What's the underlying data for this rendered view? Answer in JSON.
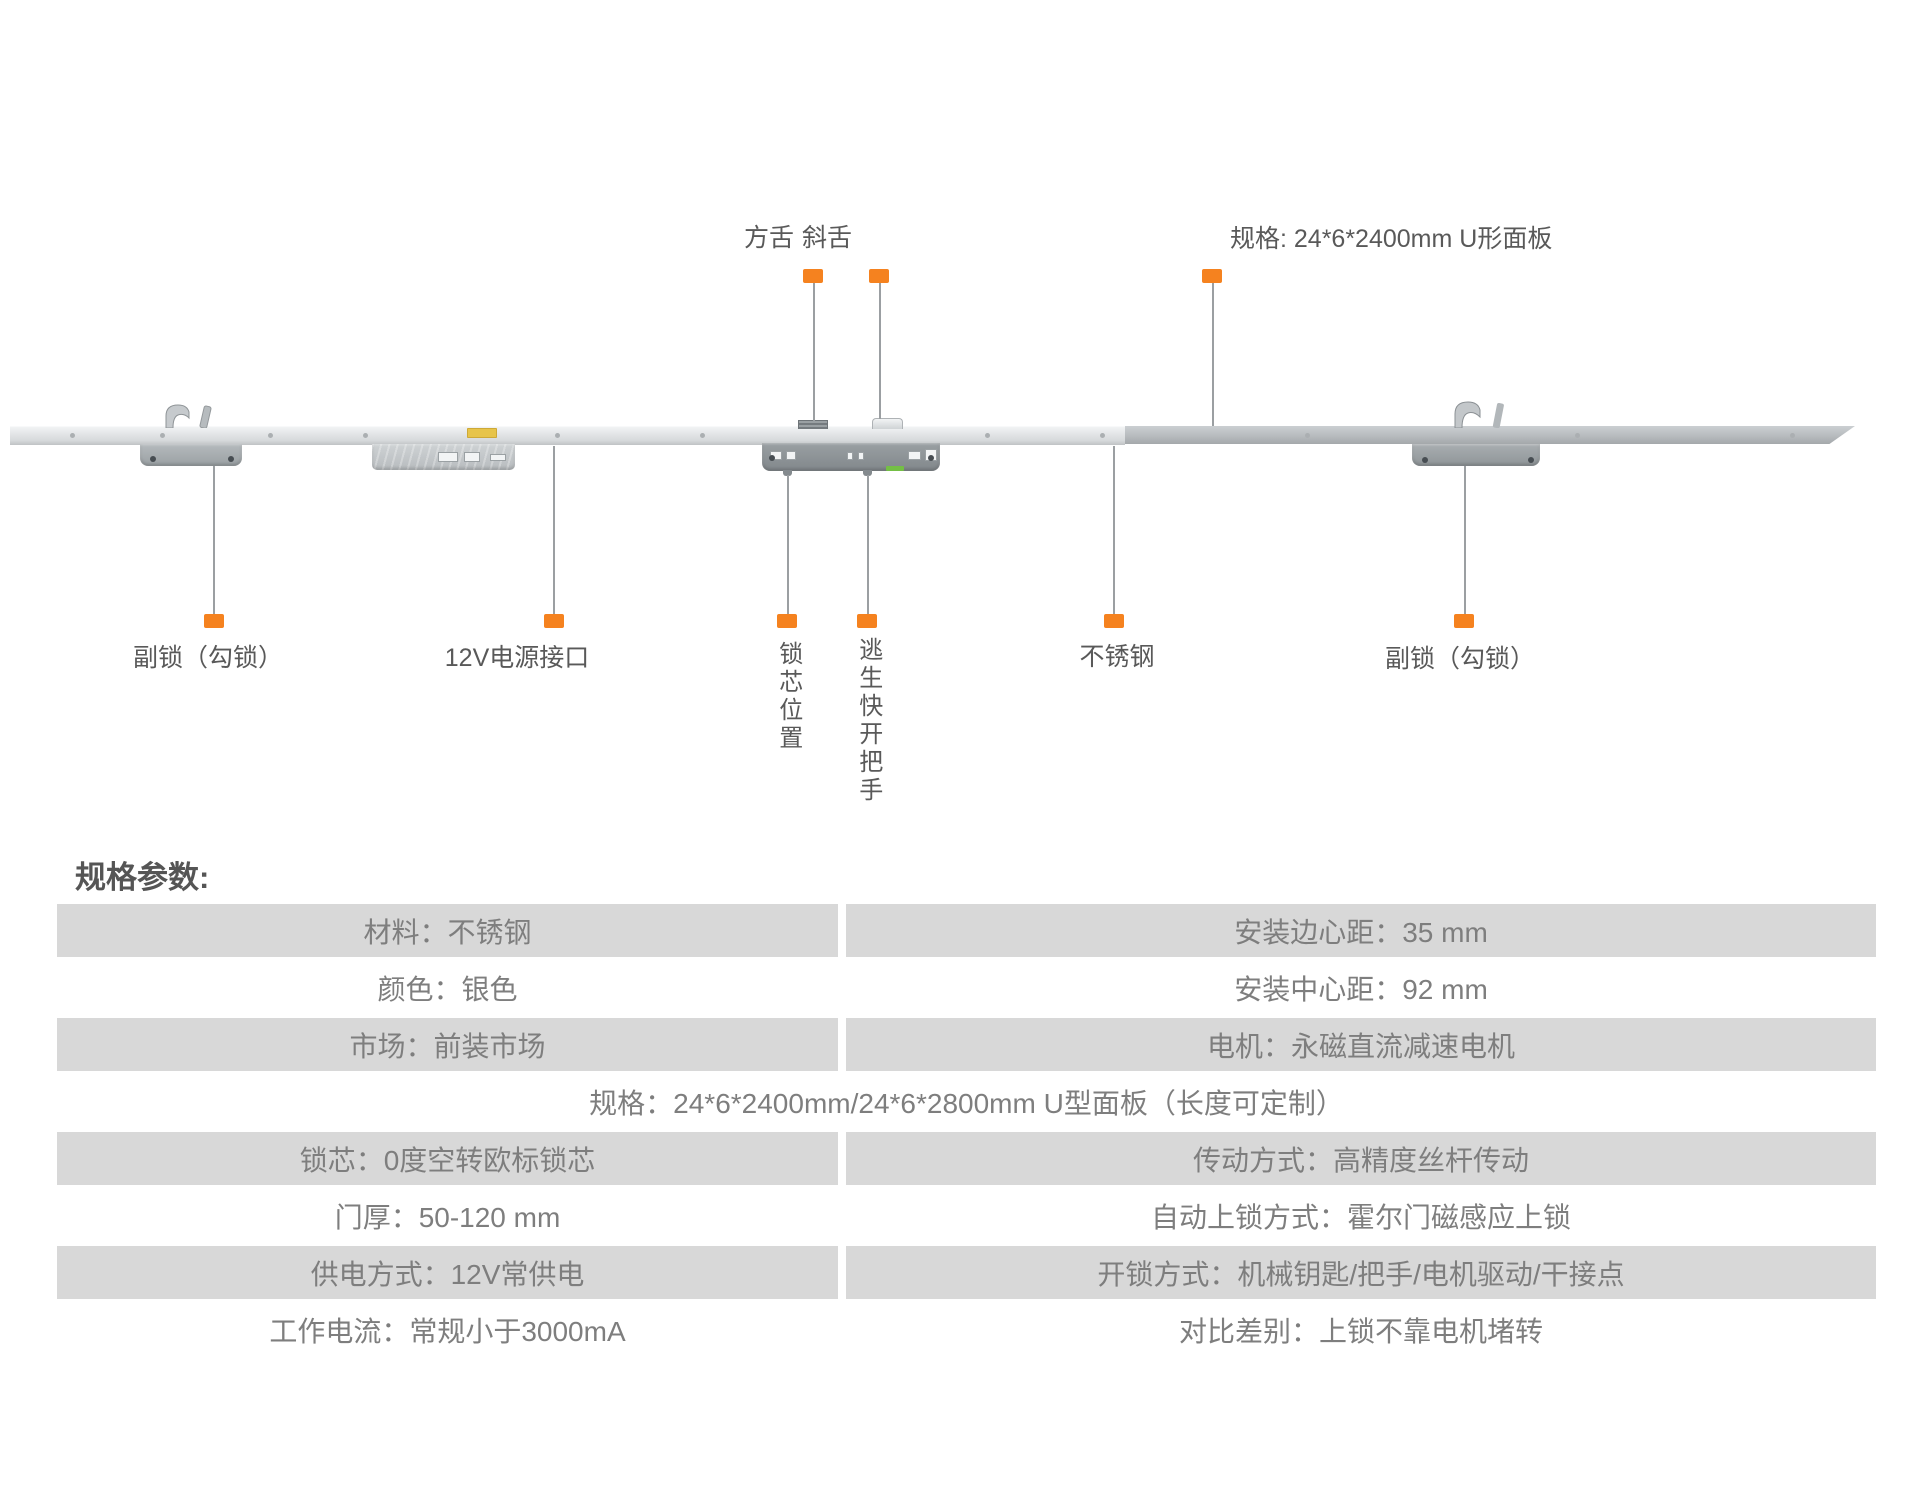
{
  "diagram": {
    "marker_color": "#f5821f",
    "callouts_top": {
      "square_bolt": {
        "label": "方舌"
      },
      "latch_bolt": {
        "label": "斜舌"
      },
      "panel_spec": {
        "label": "规格: 24*6*2400mm  U形面板"
      }
    },
    "callouts_bottom": {
      "aux_lock_left": {
        "label": "副锁（勾锁）"
      },
      "power_port": {
        "label": "12V电源接口"
      },
      "cylinder_position": {
        "label": "锁芯位置"
      },
      "escape_handle": {
        "label": "逃生快开把手"
      },
      "stainless_steel": {
        "label": "不锈钢"
      },
      "aux_lock_right": {
        "label": "副锁（勾锁）"
      }
    }
  },
  "spec_section": {
    "heading": "规格参数:",
    "table": {
      "shade_color": "#d8d8d8",
      "rows": [
        {
          "left": "材料：不锈钢",
          "right": "安装边心距：35 mm",
          "shaded": true
        },
        {
          "left": "颜色：银色",
          "right": "安装中心距：92 mm",
          "shaded": false
        },
        {
          "left": "市场：前装市场",
          "right": "电机：永磁直流减速电机",
          "shaded": true
        },
        {
          "full": "规格：24*6*2400mm/24*6*2800mm U型面板（长度可定制）",
          "shaded": false
        },
        {
          "left": "锁芯：0度空转欧标锁芯",
          "right": "传动方式：高精度丝杆传动",
          "shaded": true
        },
        {
          "left": "门厚：50-120 mm",
          "right": "自动上锁方式：霍尔门磁感应上锁",
          "shaded": false
        },
        {
          "left": "供电方式：12V常供电",
          "right": "开锁方式：机械钥匙/把手/电机驱动/干接点",
          "shaded": true
        },
        {
          "left": "工作电流：常规小于3000mA",
          "right": "对比差别：上锁不靠电机堵转",
          "shaded": false
        }
      ]
    }
  }
}
